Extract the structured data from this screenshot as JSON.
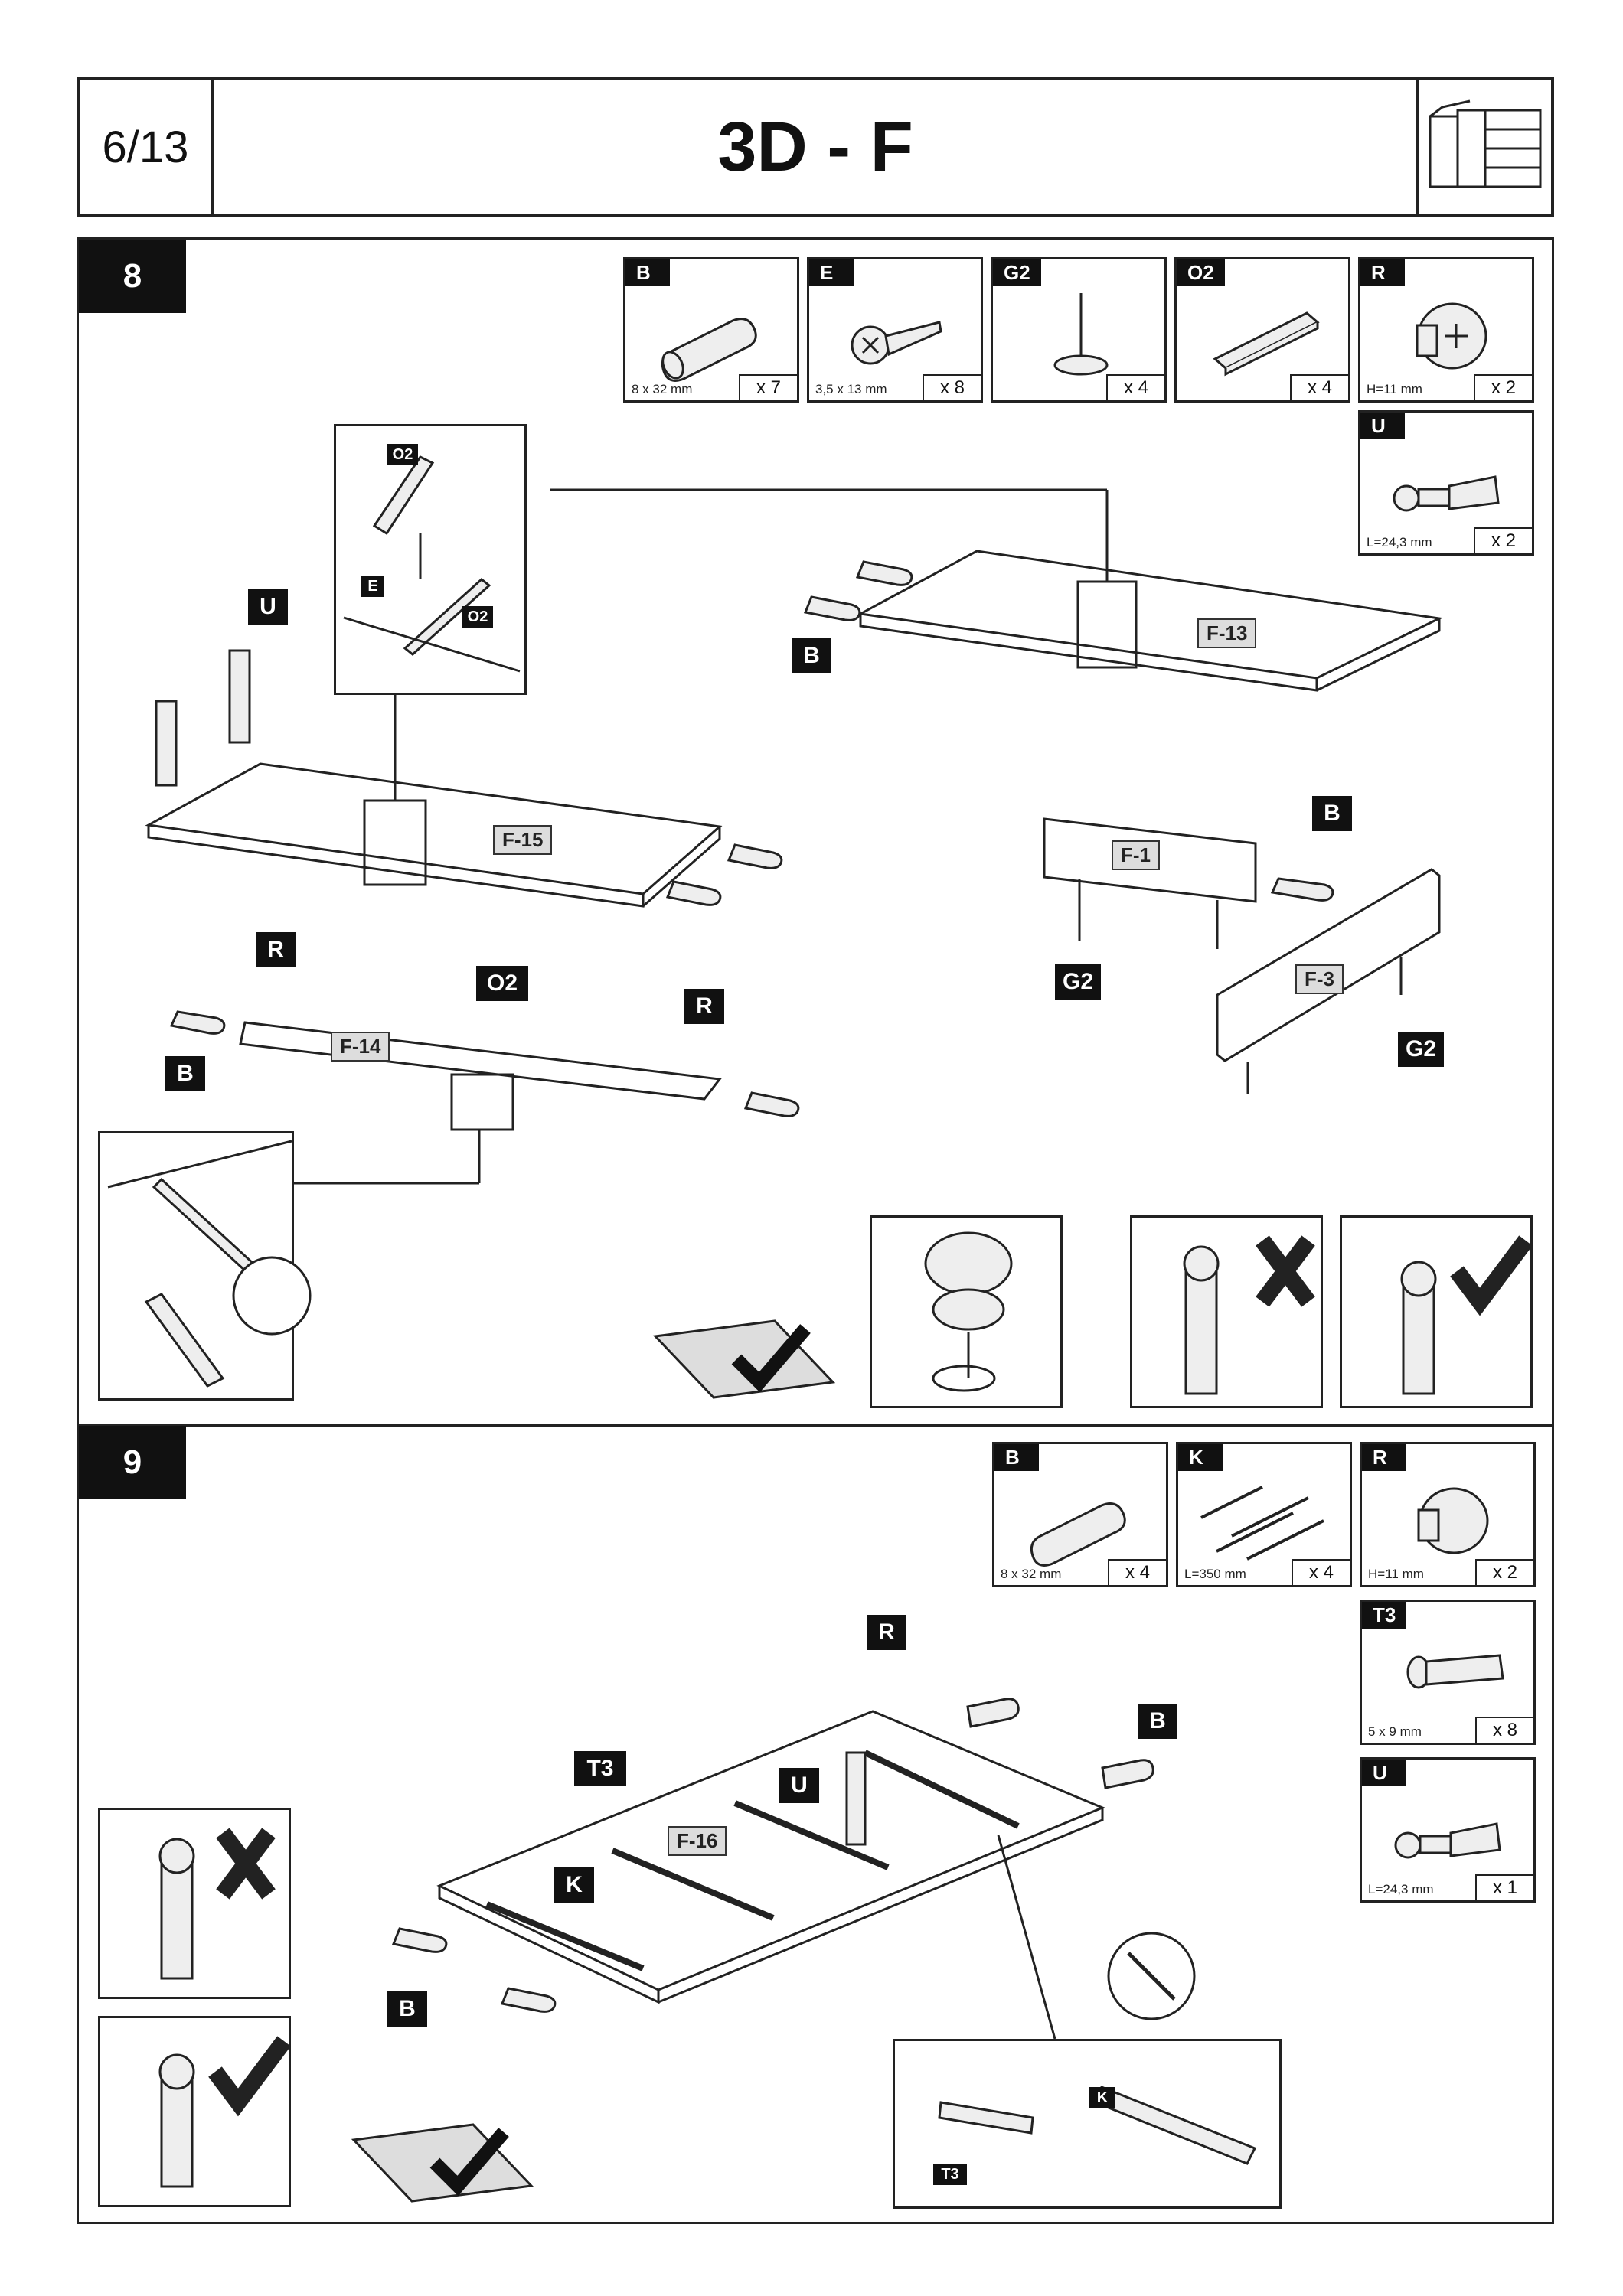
{
  "header": {
    "page_number": "6/13",
    "title": "3D - F",
    "thumbnail_icon": "wardrobe-icon"
  },
  "step8": {
    "number": "8",
    "parts": [
      {
        "code": "B",
        "spec": "8 x 32 mm",
        "qty": "x 7",
        "icon": "dowel-icon"
      },
      {
        "code": "E",
        "spec": "3,5 x 13 mm",
        "qty": "x 8",
        "icon": "screw-icon"
      },
      {
        "code": "G2",
        "spec": "",
        "qty": "x 4",
        "icon": "leveling-foot-icon"
      },
      {
        "code": "O2",
        "spec": "",
        "qty": "x 4",
        "icon": "shelf-support-icon"
      },
      {
        "code": "R",
        "spec": "H=11 mm",
        "qty": "x 2",
        "icon": "cam-lock-icon"
      },
      {
        "code": "U",
        "spec": "L=24,3 mm",
        "qty": "x 2",
        "icon": "cam-bolt-icon"
      }
    ],
    "labels": {
      "F13": "F-13",
      "F15": "F-15",
      "F14": "F-14",
      "F1": "F-1",
      "F3": "F-3",
      "B": "B",
      "U": "U",
      "R": "R",
      "O2": "O2",
      "E": "E",
      "G2": "G2"
    }
  },
  "step9": {
    "number": "9",
    "parts": [
      {
        "code": "B",
        "spec": "8 x 32 mm",
        "qty": "x 4",
        "icon": "dowel-icon"
      },
      {
        "code": "K",
        "spec": "L=350 mm",
        "qty": "x 4",
        "icon": "drawer-rail-icon"
      },
      {
        "code": "R",
        "spec": "H=11 mm",
        "qty": "x 2",
        "icon": "cam-lock-icon"
      },
      {
        "code": "T3",
        "spec": "5 x 9 mm",
        "qty": "x 8",
        "icon": "screw-icon"
      },
      {
        "code": "U",
        "spec": "L=24,3 mm",
        "qty": "x 1",
        "icon": "cam-bolt-icon"
      }
    ],
    "labels": {
      "F16": "F-16",
      "B": "B",
      "R": "R",
      "T3": "T3",
      "U": "U",
      "K": "K"
    }
  }
}
